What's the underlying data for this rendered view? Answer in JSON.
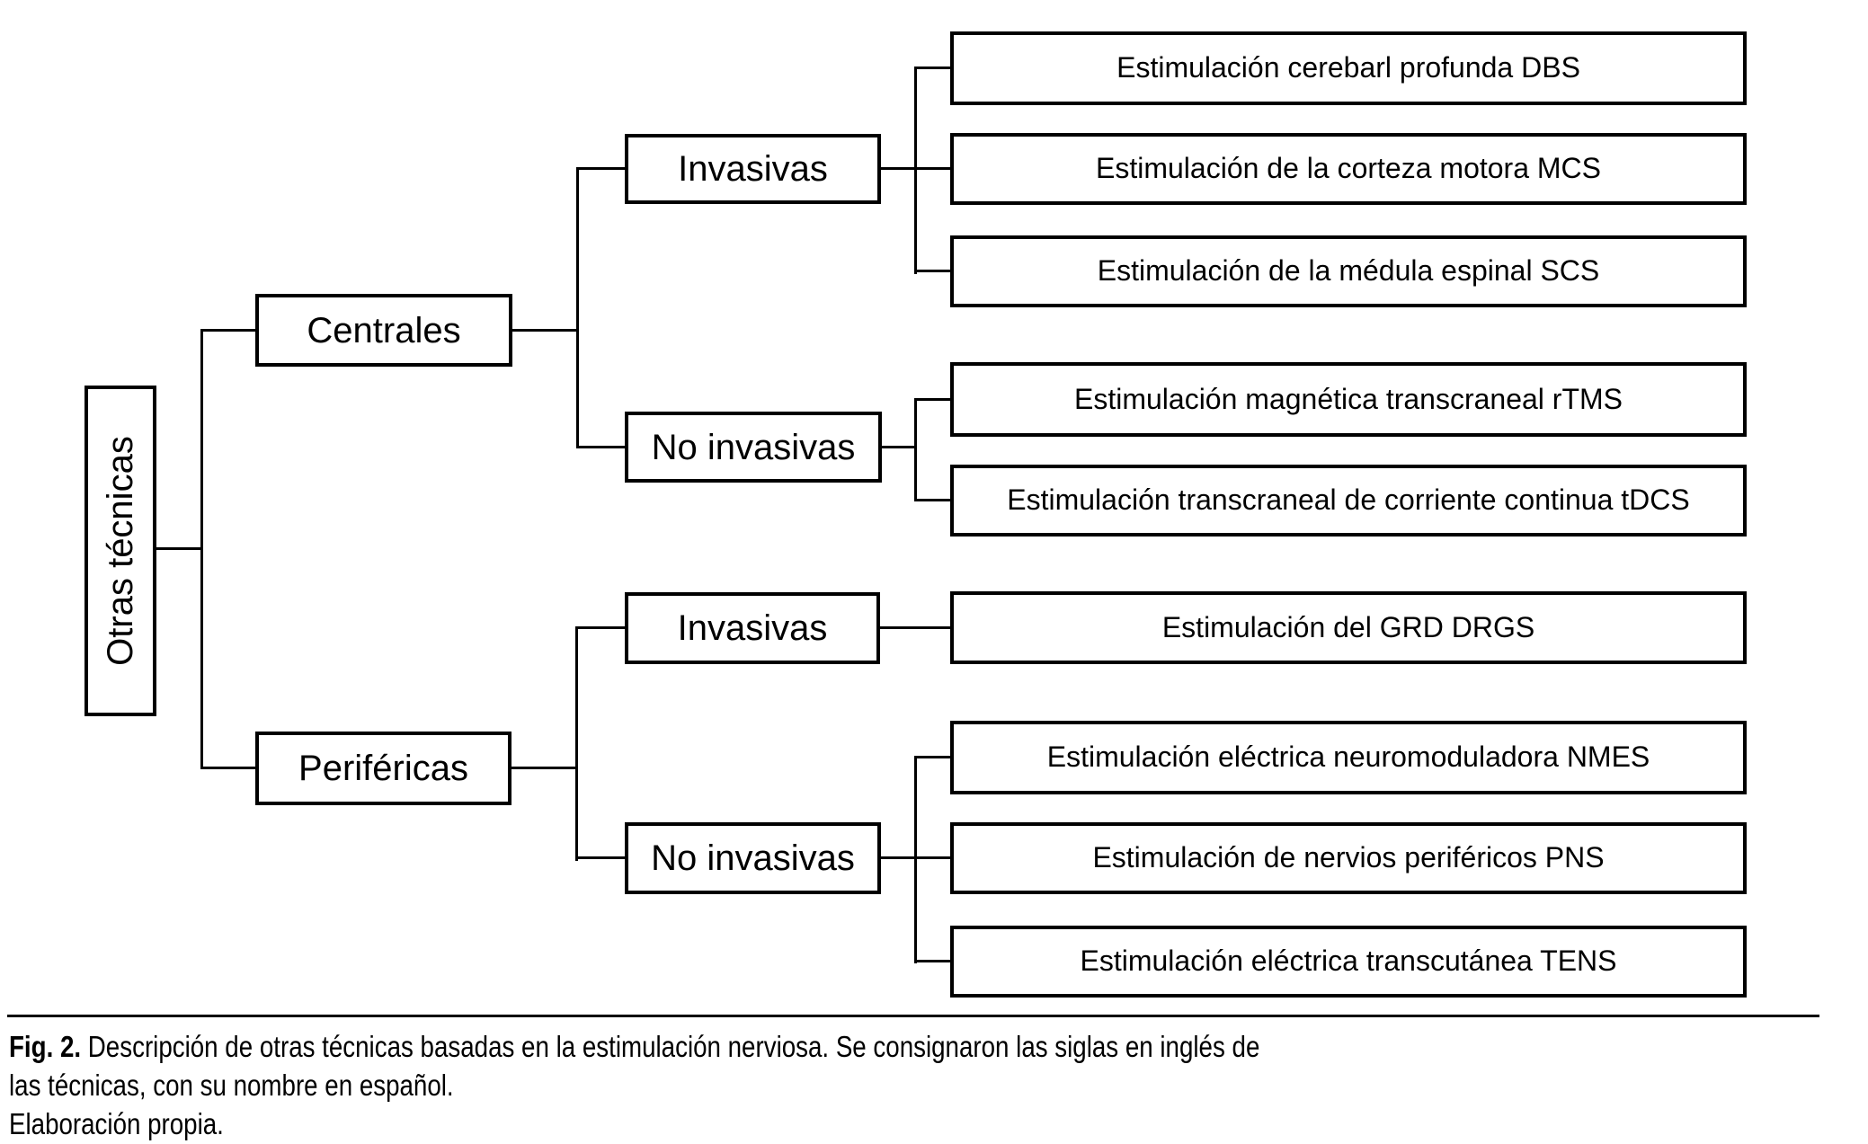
{
  "figure": {
    "type": "tree-diagram",
    "orientation": "left-to-right",
    "colors": {
      "background": "#ffffff",
      "box_fill": "#ffffff",
      "box_border": "#000000",
      "line": "#000000",
      "text": "#000000"
    },
    "tree": {
      "label": "Otras técnicas",
      "children": [
        {
          "label": "Centrales",
          "children": [
            {
              "label": "Invasivas",
              "children": [
                {
                  "label": "Estimulación cerebarl profunda DBS"
                },
                {
                  "label": "Estimulación de la corteza motora MCS"
                },
                {
                  "label": "Estimulación de la médula espinal SCS"
                }
              ]
            },
            {
              "label": "No invasivas",
              "children": [
                {
                  "label": "Estimulación magnética transcraneal rTMS"
                },
                {
                  "label": "Estimulación transcraneal de corriente continua tDCS"
                }
              ]
            }
          ]
        },
        {
          "label": "Periféricas",
          "children": [
            {
              "label": "Invasivas",
              "children": [
                {
                  "label": "Estimulación del GRD DRGS"
                }
              ]
            },
            {
              "label": "No invasivas",
              "children": [
                {
                  "label": "Estimulación eléctrica neuromoduladora NMES"
                },
                {
                  "label": "Estimulación de nervios periféricos PNS"
                },
                {
                  "label": "Estimulación eléctrica transcutánea TENS"
                }
              ]
            }
          ]
        }
      ]
    }
  },
  "caption": {
    "fig_label": "Fig. 2.",
    "line1": " Descripción de otras técnicas basadas en la estimulación nerviosa. Se consignaron las siglas en inglés de",
    "line2": "las técnicas, con su nombre en español.",
    "line3": "Elaboración propia."
  }
}
